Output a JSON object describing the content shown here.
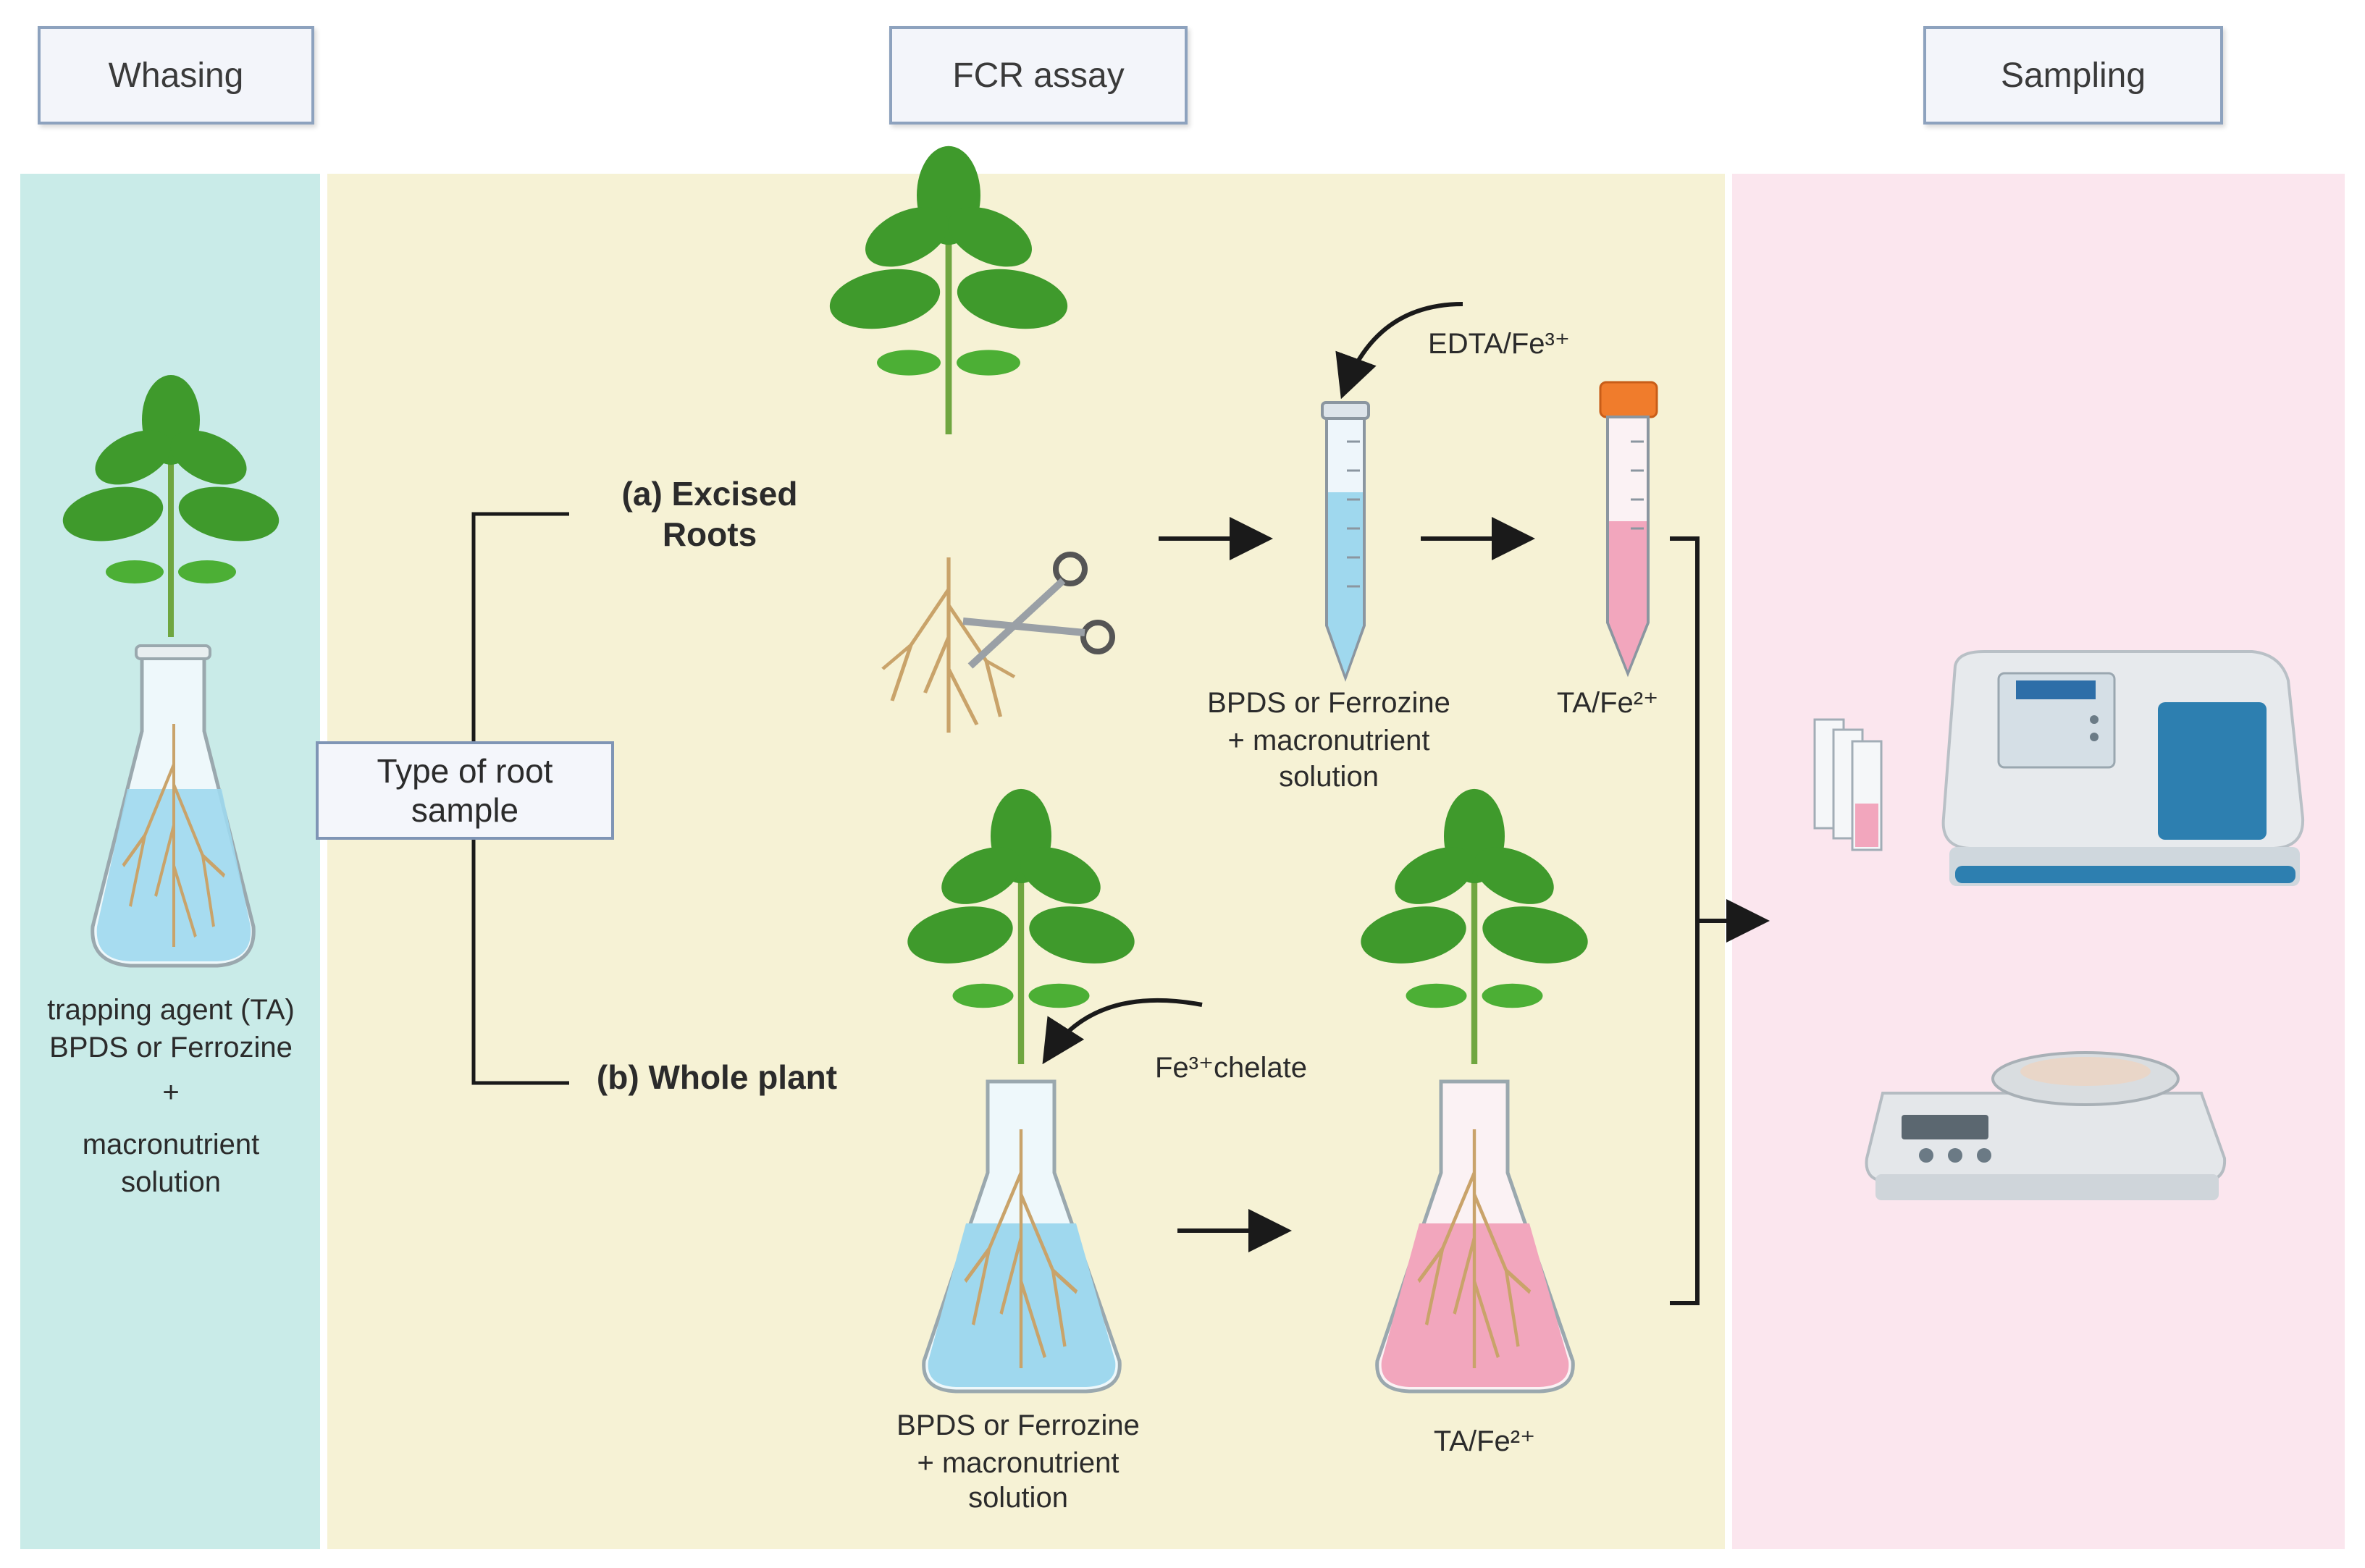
{
  "headers": {
    "washing": "Whasing",
    "fcr": "FCR assay",
    "sampling": "Sampling"
  },
  "colors": {
    "washing_bg": "#c9ebe8",
    "fcr_bg": "#f6f2d5",
    "sampling_bg": "#fbe6ee",
    "leaf": "#3f9a2c",
    "solution_blue": "#9fd8ee",
    "solution_pink": "#f2a6bd"
  },
  "washing": {
    "line1": "trapping agent (TA)",
    "line2": "BPDS or Ferrozine",
    "plus": "+",
    "line3": "macronutrient",
    "line4": "solution"
  },
  "type_box": "Type of root\nsample",
  "branch_a": {
    "line1": "(a) Excised",
    "line2": "Roots"
  },
  "branch_b": "(b) Whole plant",
  "edta": "EDTA/Fe³⁺",
  "tube1": {
    "line1": "BPDS or Ferrozine",
    "line2": "+ macronutrient",
    "line3": "solution"
  },
  "tube2": "TA/Fe²⁺",
  "fe_chelate": "Fe³⁺chelate",
  "flask_b1": {
    "line1": "BPDS or Ferrozine",
    "line2": "+ macronutrient",
    "line3": "solution"
  },
  "flask_b2": "TA/Fe²⁺",
  "icons": [
    "plant-icon",
    "flask-icon",
    "scissors-icon",
    "falcon-tube-icon",
    "cuvette-icon",
    "spectrophotometer-icon",
    "balance-icon"
  ]
}
